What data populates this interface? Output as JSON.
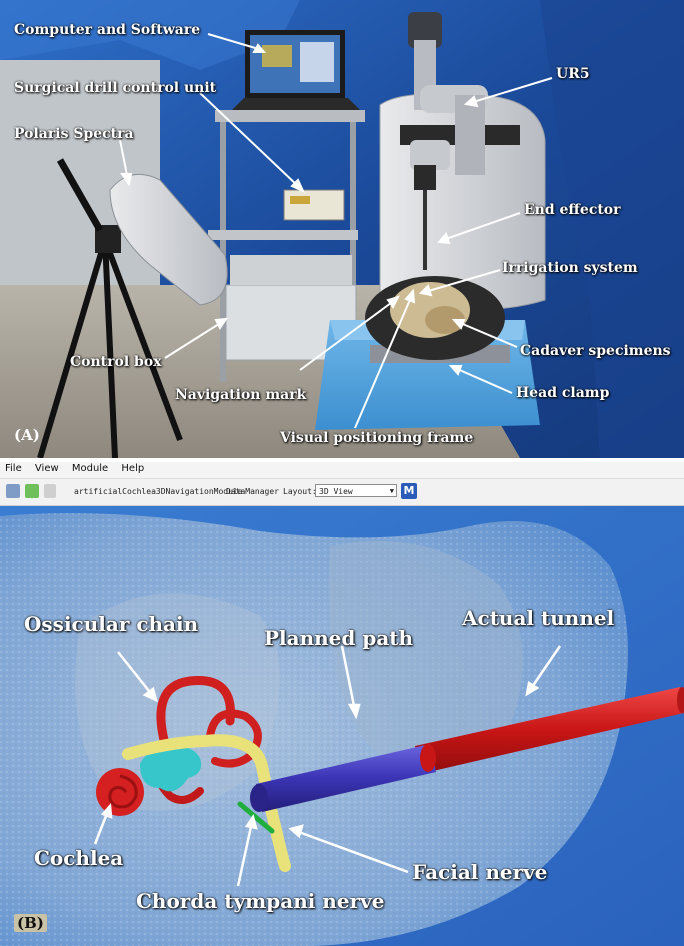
{
  "panel_a": {
    "tag": "(A)",
    "labels": {
      "computer": "Computer and Software",
      "drill": "Surgical drill control unit",
      "polaris": "Polaris Spectra",
      "ur5": "UR5",
      "end_effector": "End effector",
      "irrigation": "Irrigation system",
      "control_box": "Control box",
      "cadaver": "Cadaver specimens",
      "nav_mark": "Navigation mark",
      "head_clamp": "Head clamp",
      "frame": "Visual positioning frame"
    }
  },
  "panel_b": {
    "tag": "(B)",
    "menu": [
      "File",
      "View",
      "Module",
      "Help"
    ],
    "toolbar": {
      "module_name": "artificialCochlea3DNavigationModule",
      "data_manager": "DataManager",
      "layout_label": "Layout:",
      "layout_value": "3D View",
      "m_button": "M"
    },
    "labels": {
      "ossicular": "Ossicular chain",
      "planned": "Planned path",
      "actual": "Actual tunnel",
      "facial": "Facial nerve",
      "cochlea": "Cochlea",
      "chorda": "Chorda tympani nerve"
    }
  },
  "colors": {
    "curtain_blue": "#1d4f9e",
    "bone_blue": "#8ab0d8",
    "view_blue": "#2f6fc6",
    "tunnel_red": "#d41f1f",
    "planned_blue": "#3b34b5",
    "ossicle_cyan": "#37c6c9",
    "nerve_yellow": "#e9e27a",
    "chorda_green": "#1fae3c"
  }
}
